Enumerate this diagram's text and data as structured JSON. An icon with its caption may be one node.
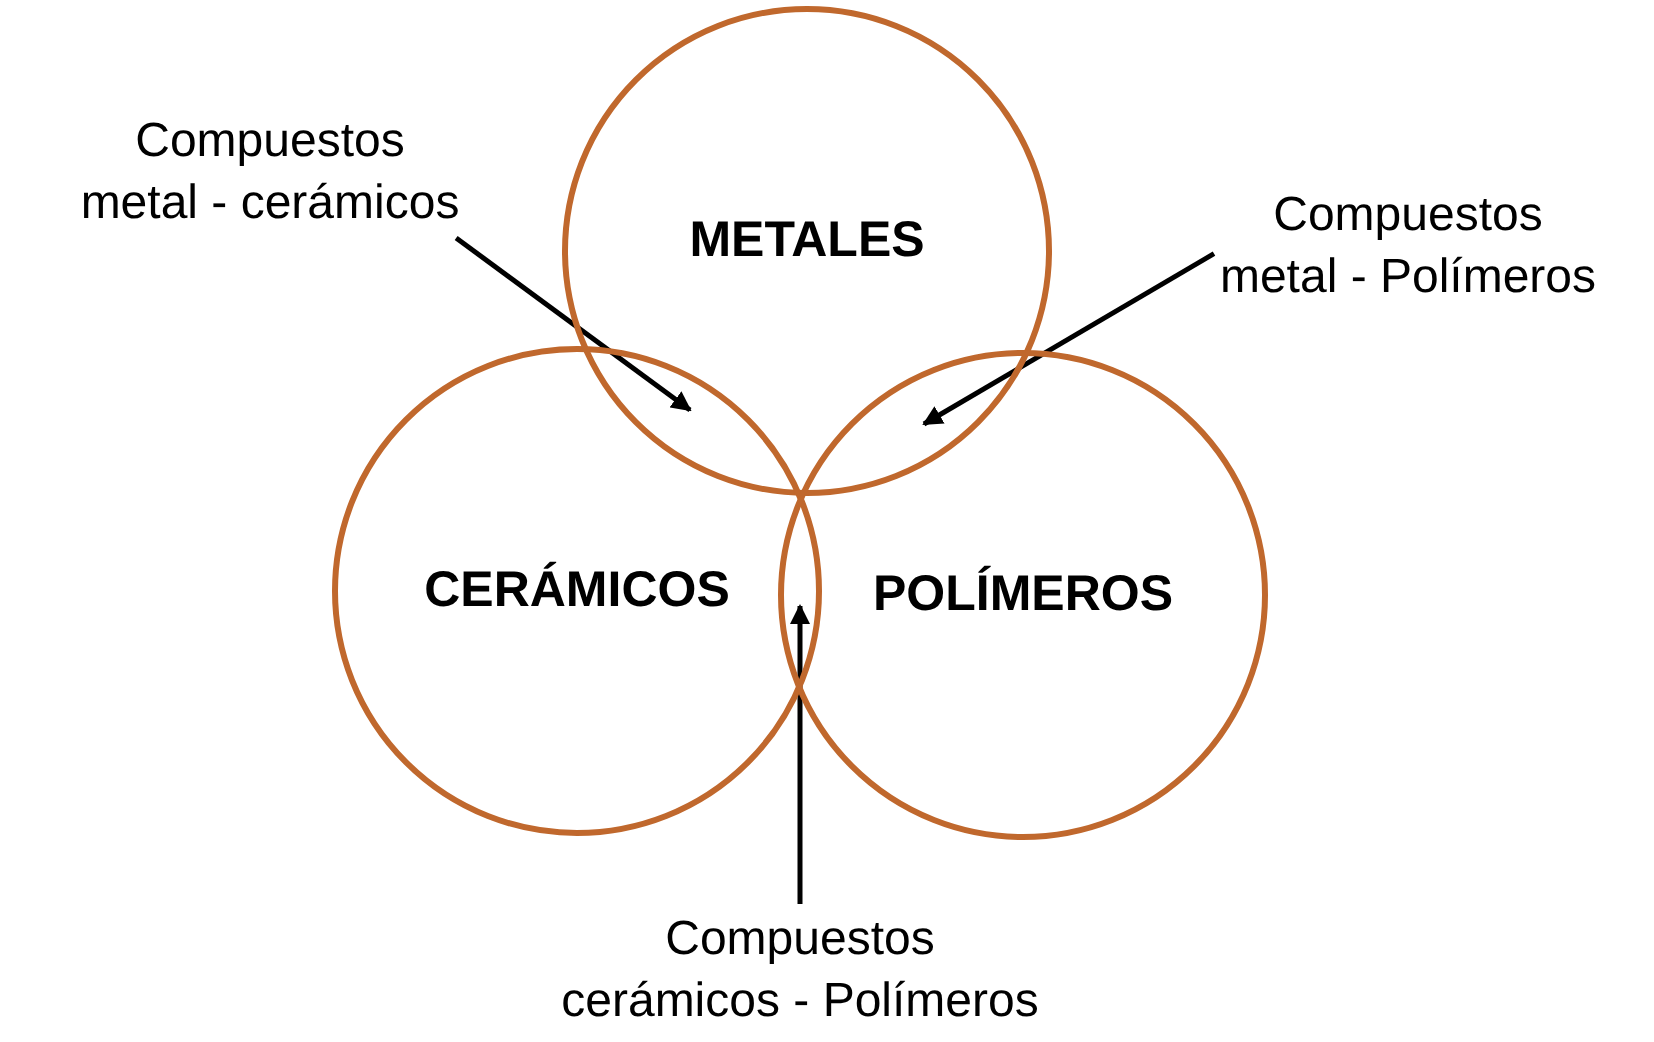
{
  "diagram": {
    "nodes": [
      {
        "text": [
          "METALES"
        ]
      },
      {
        "text": [
          "CERÁMICOS"
        ]
      },
      {
        "text": [
          "POLÍMEROS"
        ]
      },
      {
        "text": [
          "Compuestos metal - cerámicos"
        ]
      },
      {
        "text": [
          "Compuestos metal - Polímeros"
        ]
      },
      {
        "text": [
          "Compuestos cerámicos - Polímeros"
        ]
      }
    ],
    "edges": [
      {
        "from": 3,
        "to": 0,
        "arrow": "to"
      },
      {
        "from": 4,
        "to": 0,
        "arrow": "to"
      },
      {
        "from": 5,
        "to": 1,
        "arrow": "to"
      }
    ]
  }
}
